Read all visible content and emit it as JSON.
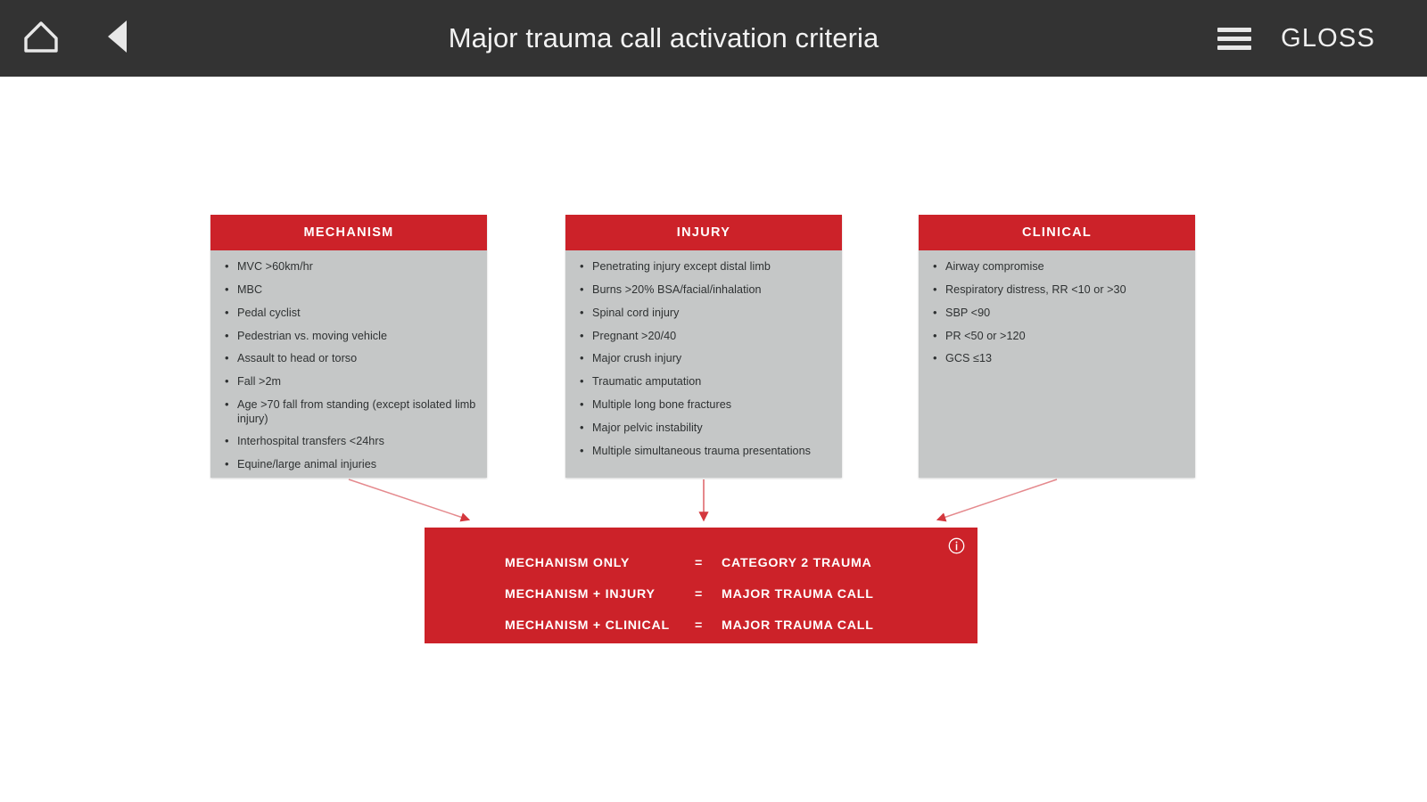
{
  "app_bar": {
    "home_icon": "home-icon",
    "back_icon": "back-triangle-icon",
    "title": "Major trauma call activation criteria",
    "menu_icon": "hamburger-menu-icon",
    "brand": "GLOSS"
  },
  "colors": {
    "bar_background": "#333333",
    "accent_red": "#cc2229",
    "card_gray": "#c5c7c7",
    "text_dark": "#2e3132",
    "white": "#ffffff"
  },
  "diagram": {
    "cards": [
      {
        "id": "mechanism",
        "title": "MECHANISM",
        "items": [
          "MVC >60km/hr",
          "MBC",
          "Pedal cyclist",
          "Pedestrian vs. moving vehicle",
          "Assault to head or torso",
          "Fall >2m",
          "Age >70 fall from standing (except isolated limb injury)",
          "Interhospital transfers <24hrs",
          "Equine/large animal injuries"
        ]
      },
      {
        "id": "injury",
        "title": "INJURY",
        "items": [
          "Penetrating injury except distal limb",
          "Burns >20% BSA/facial/inhalation",
          "Spinal cord injury",
          "Pregnant >20/40",
          "Major crush injury",
          "Traumatic amputation",
          "Multiple long bone fractures",
          "Major pelvic instability",
          "Multiple simultaneous trauma presentations"
        ]
      },
      {
        "id": "clinical",
        "title": "CLINICAL",
        "items": [
          "Airway compromise",
          "Respiratory distress, RR <10 or >30",
          "SBP <90",
          "PR <50 or >120",
          "GCS ≤13"
        ]
      }
    ],
    "result": {
      "rows": [
        {
          "condition": "MECHANISM ONLY",
          "equals": "=",
          "outcome": "CATEGORY 2 TRAUMA"
        },
        {
          "condition": "MECHANISM + INJURY",
          "equals": "=",
          "outcome": "MAJOR TRAUMA CALL"
        },
        {
          "condition": "MECHANISM + CLINICAL",
          "equals": "=",
          "outcome": "MAJOR TRAUMA CALL"
        }
      ],
      "info_icon": "info-circle-icon"
    }
  }
}
